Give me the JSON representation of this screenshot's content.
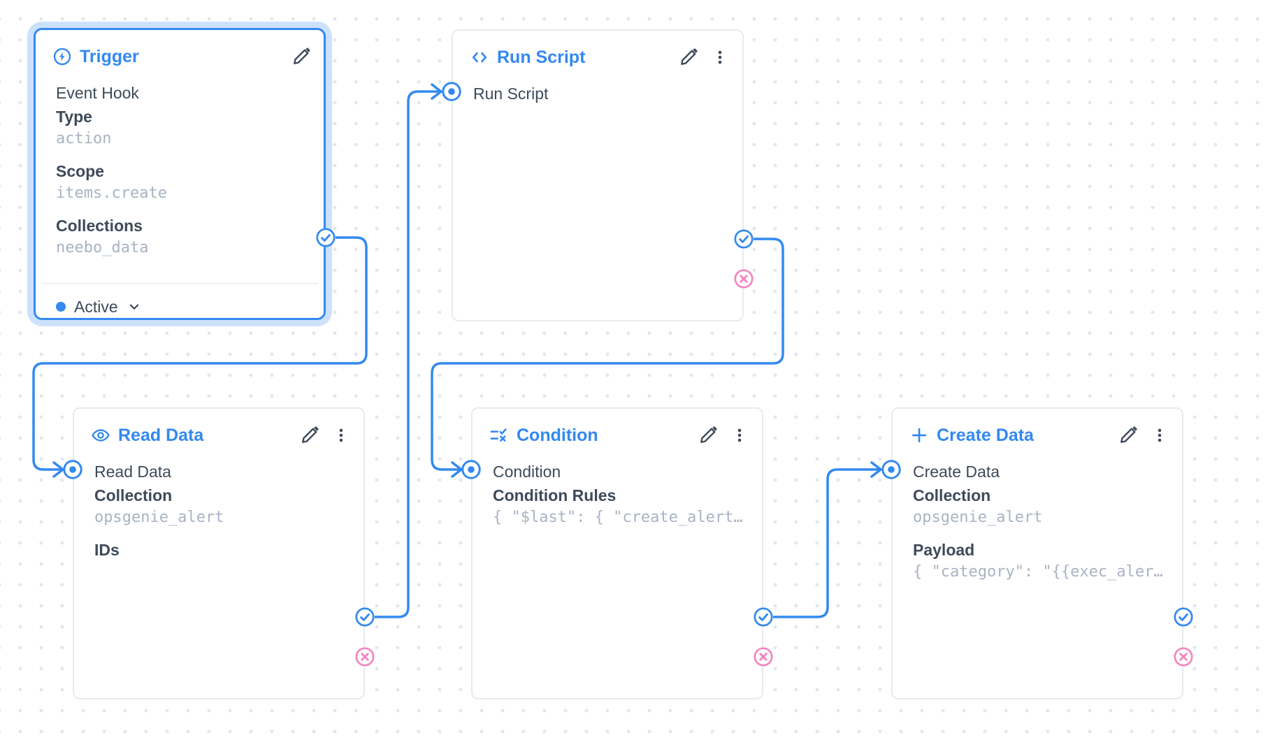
{
  "canvas": {
    "background": "#ffffff",
    "dot_color": "#e4e7eb",
    "accent_blue": "#3389f0",
    "reject_pink": "#f386bf",
    "text_dark": "#3d4a59",
    "text_muted": "#a9b3c3",
    "card_border": "#e7eaee",
    "selection_halo": "rgba(51,137,240,0.25)"
  },
  "icons": {
    "trigger": "bolt-circle-icon",
    "run_script": "code-icon",
    "read_data": "eye-icon",
    "condition": "rule-icon",
    "create_data": "plus-icon",
    "edit": "pencil-icon",
    "menu": "kebab-menu-icon",
    "resolve": "check-circle-icon",
    "reject": "x-circle-icon",
    "input": "dot-circle-icon",
    "status_expand": "chevron-down-icon"
  },
  "nodes": {
    "trigger": {
      "title": "Trigger",
      "trigger_type": "Event Hook",
      "fields": [
        {
          "label": "Type",
          "value": "action"
        },
        {
          "label": "Scope",
          "value": "items.create"
        },
        {
          "label": "Collections",
          "value": "neebo_data"
        }
      ],
      "status": "Active",
      "selected": true
    },
    "run_script": {
      "title": "Run Script",
      "name": "Run Script"
    },
    "read_data": {
      "title": "Read Data",
      "name": "Read Data",
      "fields": [
        {
          "label": "Collection",
          "value": "opsgenie_alert"
        },
        {
          "label": "IDs",
          "value": ""
        }
      ]
    },
    "condition": {
      "title": "Condition",
      "name": "Condition",
      "fields": [
        {
          "label": "Condition Rules",
          "value": "{ \"$last\": { \"create_alert…"
        }
      ]
    },
    "create_data": {
      "title": "Create Data",
      "name": "Create Data",
      "fields": [
        {
          "label": "Collection",
          "value": "opsgenie_alert"
        },
        {
          "label": "Payload",
          "value": "{ \"category\": \"{{exec_aler…"
        }
      ]
    }
  },
  "connections": [
    {
      "from": "trigger.resolve",
      "to": "read_data.input"
    },
    {
      "from": "read_data.resolve",
      "to": "run_script.input"
    },
    {
      "from": "run_script.resolve",
      "to": "condition.input"
    },
    {
      "from": "condition.resolve",
      "to": "create_data.input"
    }
  ]
}
